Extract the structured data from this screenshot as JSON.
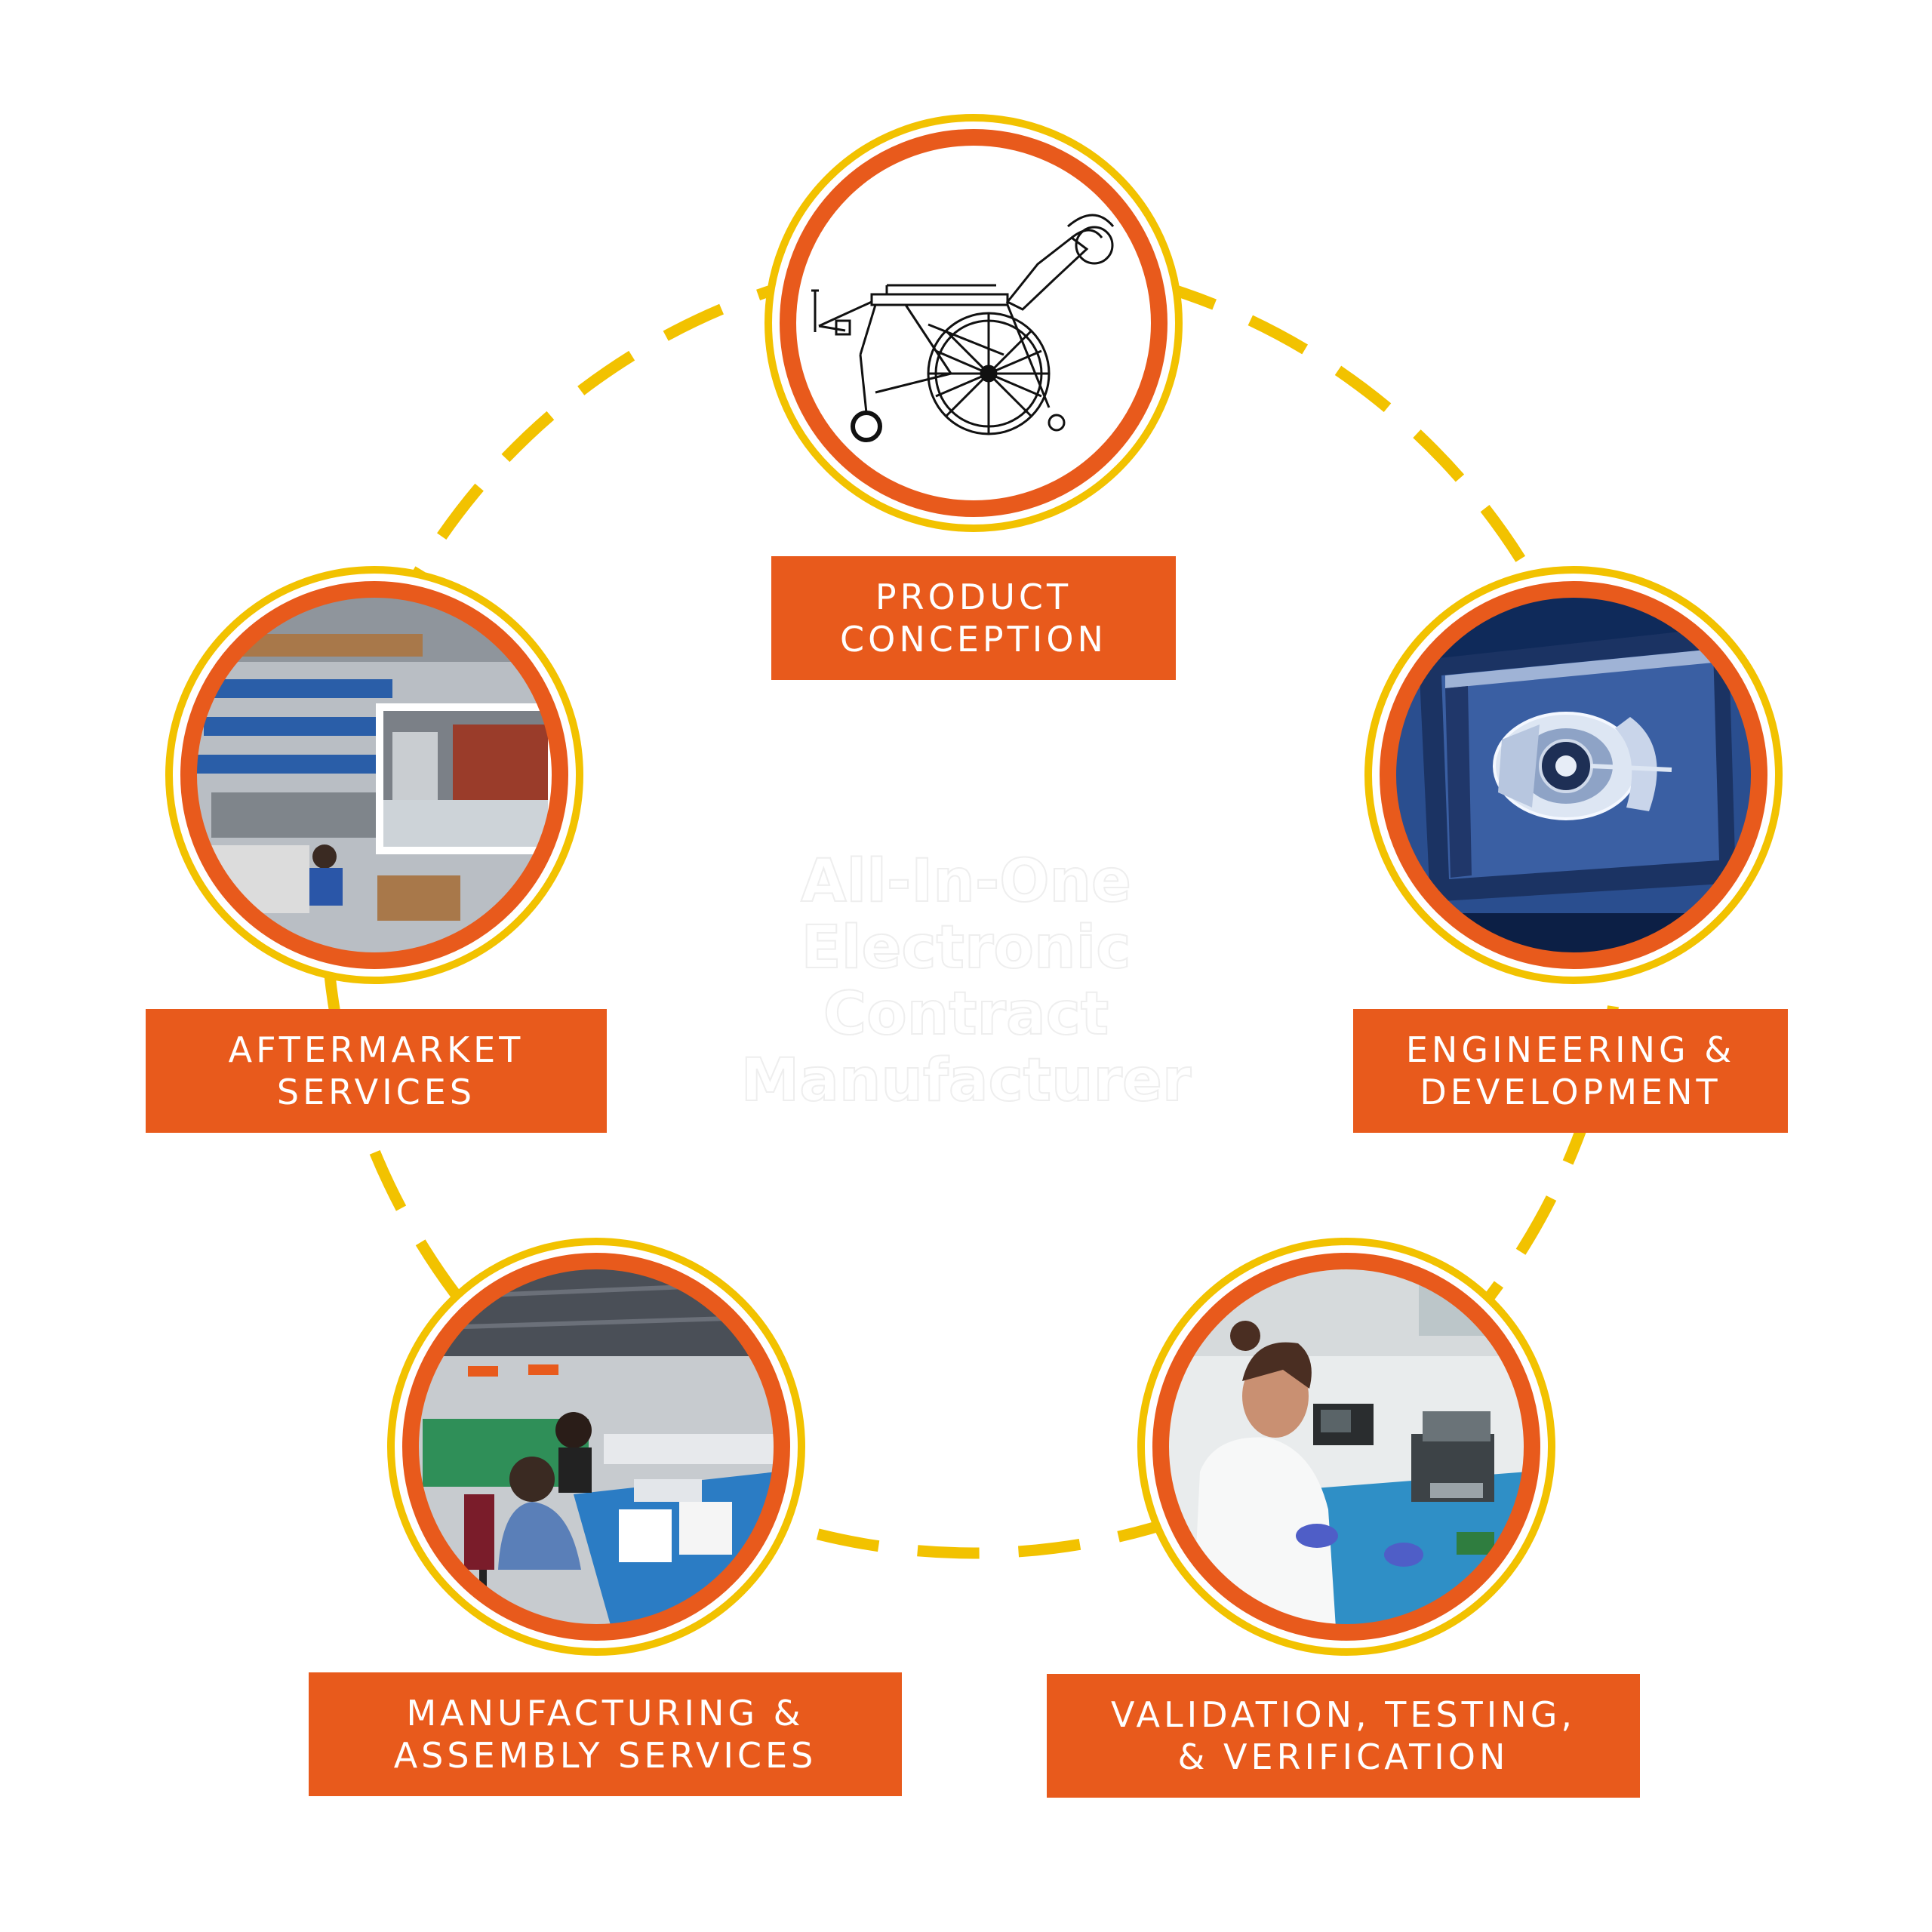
{
  "colors": {
    "ring_dash": "#f2c200",
    "node_outer_ring": "#f2c200",
    "node_inner_ring": "#e85a1c",
    "label_bg": "#e85a1c",
    "label_text": "#ffffff"
  },
  "center_title": {
    "line1": "All-In-One",
    "line2": "Electronic",
    "line3": "Contract",
    "line4": "Manufacturer"
  },
  "stages": {
    "product_conception": {
      "line1": "PRODUCT",
      "line2": "CONCEPTION",
      "image": "wheelchair-technical-drawing"
    },
    "engineering_development": {
      "line1": "ENGINEERING &",
      "line2": "DEVELOPMENT",
      "image": "cad-engine-model-on-monitor"
    },
    "validation_testing": {
      "line1": "VALIDATION, TESTING,",
      "line2": "& VERIFICATION",
      "image": "technician-testing-circuit-board"
    },
    "manufacturing_assembly": {
      "line1": "MANUFACTURING &",
      "line2": "ASSEMBLY SERVICES",
      "image": "assembly-line-workers"
    },
    "aftermarket_services": {
      "line1": "AFTERMARKET",
      "line2": "SERVICES",
      "image": "factory-floor-overview"
    }
  }
}
